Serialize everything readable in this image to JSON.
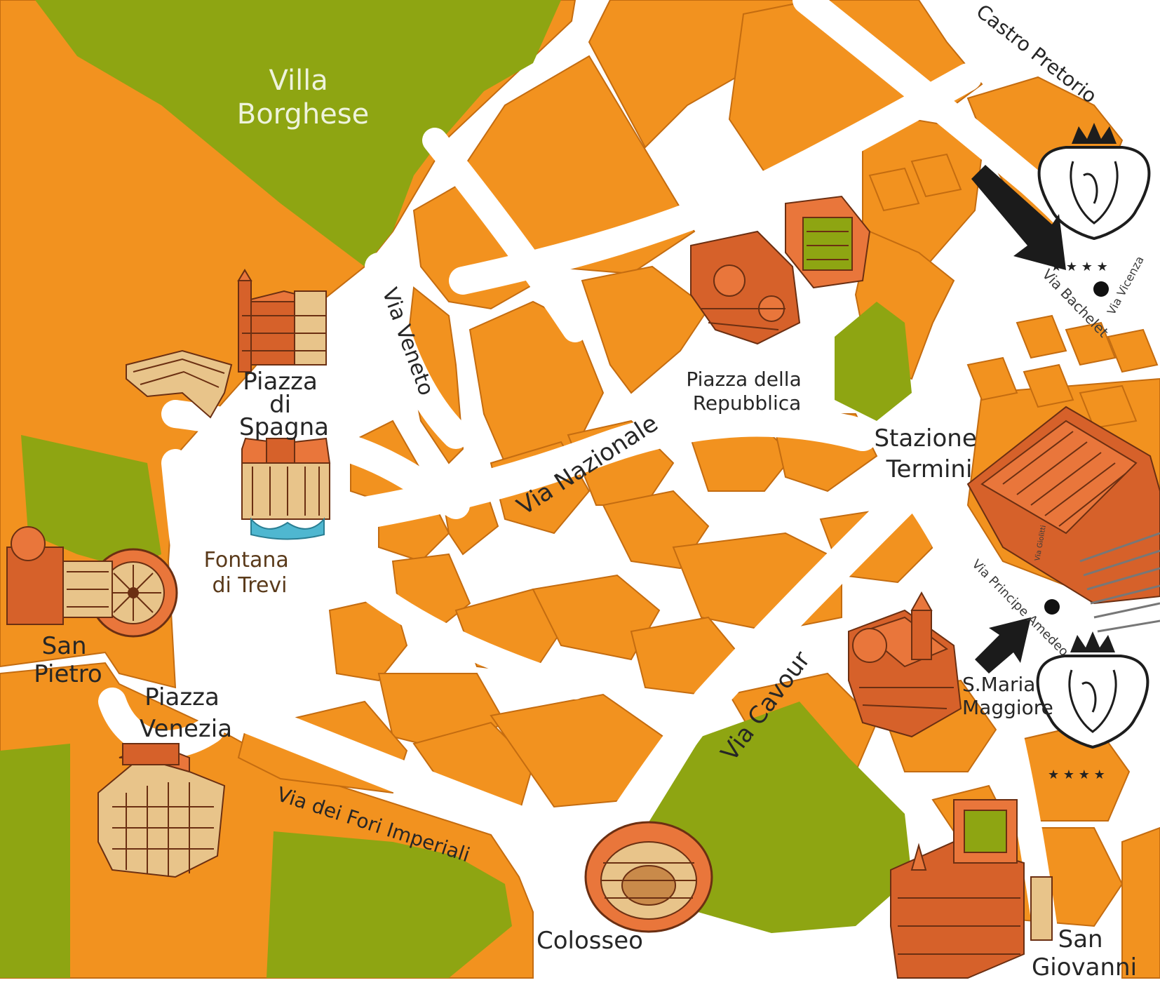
{
  "map": {
    "colors": {
      "block": "#f2921f",
      "park": "#8ea512",
      "road": "#ffffff",
      "building": "#d6612a"
    },
    "parks": [
      {
        "name": "Villa Borghese",
        "lines": [
          "Villa",
          "Borghese"
        ]
      }
    ],
    "landmarks": [
      {
        "key": "spagna",
        "lines": [
          "Piazza",
          "di",
          "Spagna"
        ],
        "icon": "spanish-steps-icon"
      },
      {
        "key": "trevi",
        "lines": [
          "Fontana",
          "di Trevi"
        ],
        "icon": "trevi-fountain-icon"
      },
      {
        "key": "sanpietro",
        "lines": [
          "San",
          "Pietro"
        ],
        "icon": "st-peters-icon"
      },
      {
        "key": "venezia",
        "lines": [
          "Piazza",
          "Venezia"
        ],
        "icon": "vittoriano-icon"
      },
      {
        "key": "repubblica",
        "lines": [
          "Piazza della",
          "Repubblica"
        ],
        "icon": "diocletian-baths-icon"
      },
      {
        "key": "termini",
        "lines": [
          "Stazione",
          "Termini"
        ],
        "icon": "termini-station-icon"
      },
      {
        "key": "smaria",
        "lines": [
          "S.Maria",
          "Maggiore"
        ],
        "icon": "santa-maria-maggiore-icon"
      },
      {
        "key": "colosseo",
        "lines": [
          "Colosseo"
        ],
        "icon": "colosseum-icon"
      },
      {
        "key": "sangiovanni",
        "lines": [
          "San",
          "Giovanni"
        ],
        "icon": "san-giovanni-icon"
      }
    ],
    "streets": {
      "veneto": "Via Veneto",
      "nazionale": "Via Nazionale",
      "cavour": "Via Cavour",
      "fori": "Via dei Fori Imperiali",
      "castro": "Castro Pretorio",
      "bachelet": "Via Bachelet",
      "vicenza": "Via Vicenza",
      "principe": "Via Principe Amedeo",
      "giolitti": "Via Giolitti"
    },
    "hotels": [
      {
        "key": "hotel-north",
        "stars": "★ ★ ★ ★",
        "icon": "hotel-crest-icon"
      },
      {
        "key": "hotel-south",
        "stars": "★ ★ ★ ★",
        "icon": "hotel-crest-icon"
      }
    ]
  }
}
